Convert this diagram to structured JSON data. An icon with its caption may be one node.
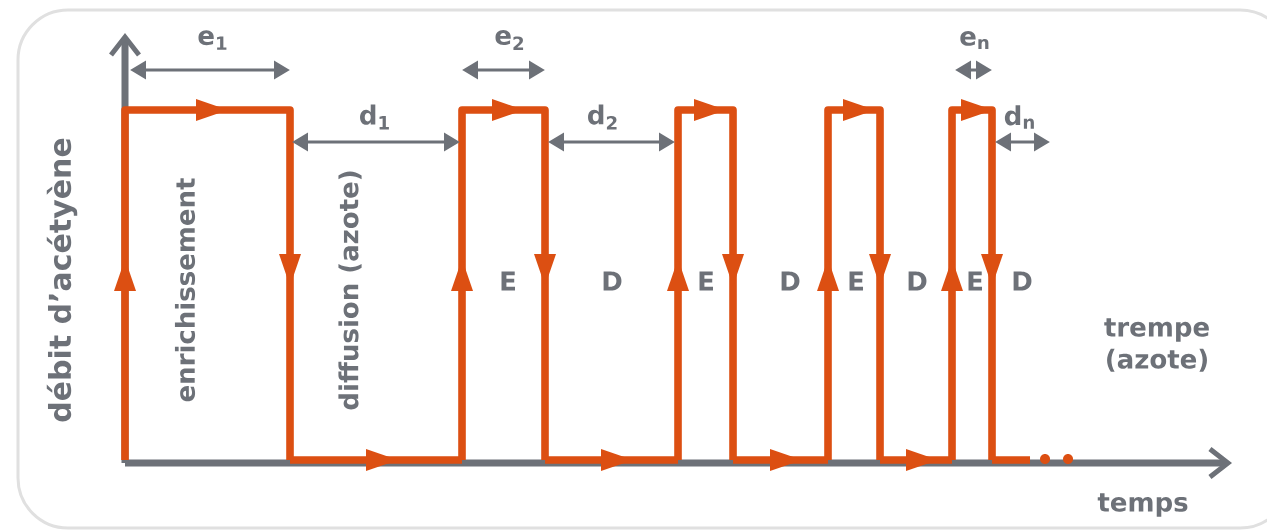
{
  "diagram": {
    "labels": [
      "e$_{1}$",
      "e$_{2}$",
      "e$_{n}$",
      "d$_{1}$",
      "d$_{2}$",
      "d$_{n}$",
      "débit d’acétyène",
      "enrichissement",
      "diffusion (azote)",
      "E",
      "D",
      "E",
      "D",
      "E",
      "D",
      "E",
      "D",
      "trempe (azote)",
      "temps"
    ]
  }
}
